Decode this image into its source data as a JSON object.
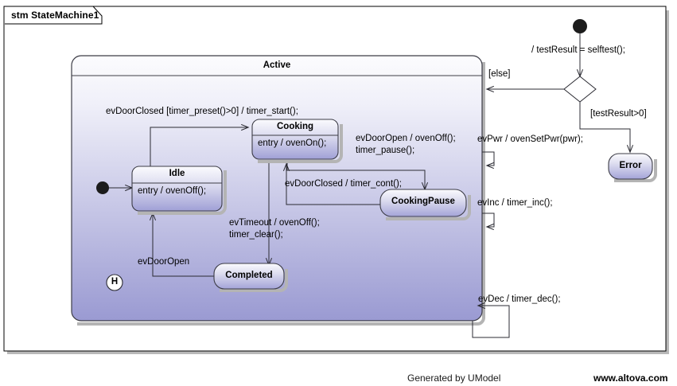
{
  "diagram": {
    "frame_label": "stm StateMachine1",
    "type": "uml-state-machine"
  },
  "composite_state": {
    "name": "Active"
  },
  "states": [
    {
      "id": "idle",
      "name": "Idle",
      "body": "entry / ovenOff();"
    },
    {
      "id": "cooking",
      "name": "Cooking",
      "body": "entry / ovenOn();"
    },
    {
      "id": "cookingpause",
      "name": "CookingPause",
      "body": ""
    },
    {
      "id": "completed",
      "name": "Completed",
      "body": ""
    },
    {
      "id": "error",
      "name": "Error",
      "body": ""
    }
  ],
  "pseudostates": [
    {
      "id": "initial-top",
      "kind": "initial"
    },
    {
      "id": "initial-active",
      "kind": "initial"
    },
    {
      "id": "history",
      "kind": "shallow-history",
      "label": "H"
    },
    {
      "id": "decision",
      "kind": "choice"
    }
  ],
  "transitions": [
    {
      "id": "t-selftest",
      "label": "/ testResult = selftest();"
    },
    {
      "id": "t-else",
      "label": "[else]"
    },
    {
      "id": "t-testresult",
      "label": "[testResult>0]"
    },
    {
      "id": "t-doorclosed-cook",
      "label": "evDoorClosed [timer_preset()>0] / timer_start();"
    },
    {
      "id": "t-dooropen-pause1",
      "label": "evDoorOpen / ovenOff();"
    },
    {
      "id": "t-dooropen-pause2",
      "label": "timer_pause();"
    },
    {
      "id": "t-doorclosed-cont",
      "label": "evDoorClosed / timer_cont();"
    },
    {
      "id": "t-timeout1",
      "label": "evTimeout / ovenOff();"
    },
    {
      "id": "t-timeout2",
      "label": "timer_clear();"
    },
    {
      "id": "t-dooropen-idle",
      "label": "evDoorOpen"
    },
    {
      "id": "t-evpwr",
      "label": "evPwr / ovenSetPwr(pwr);"
    },
    {
      "id": "t-evinc",
      "label": "evInc / timer_inc();"
    },
    {
      "id": "t-evdec",
      "label": "evDec / timer_dec();"
    }
  ],
  "footer": {
    "generated_by": "Generated by UModel",
    "website": "www.altova.com"
  },
  "colors": {
    "state_fill_top": "#fbfbfe",
    "state_fill_bottom": "#9a9ad2",
    "border": "#3c3c46",
    "line": "#2b2b33",
    "frame_border": "#000000",
    "shadow": "#b4b4b4",
    "background": "#ffffff"
  }
}
